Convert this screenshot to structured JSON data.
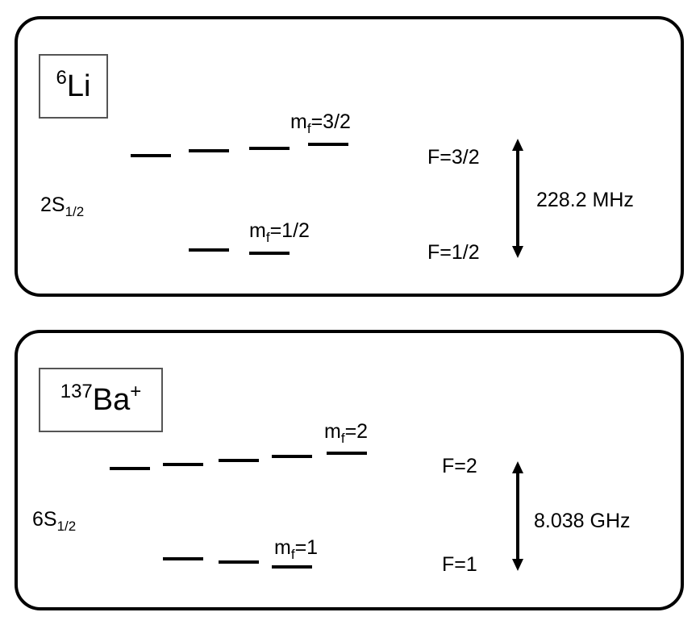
{
  "panels": [
    {
      "species": {
        "mass": "6",
        "symbol": "Li",
        "charge": ""
      },
      "state": {
        "prefix": "2S",
        "sub": "1/2"
      },
      "upper_label": {
        "m": "m",
        "sub": "f",
        "val": "=3/2"
      },
      "lower_label": {
        "m": "m",
        "sub": "f",
        "val": "=1/2"
      },
      "F_upper": "F=3/2",
      "F_lower": "F=1/2",
      "splitting": "228.2 MHz"
    },
    {
      "species": {
        "mass": "137",
        "symbol": "Ba",
        "charge": "+"
      },
      "state": {
        "prefix": "6S",
        "sub": "1/2"
      },
      "upper_label": {
        "m": "m",
        "sub": "f",
        "val": "=2"
      },
      "lower_label": {
        "m": "m",
        "sub": "f",
        "val": "=1"
      },
      "F_upper": "F=2",
      "F_lower": "F=1",
      "splitting": "8.038 GHz"
    }
  ]
}
